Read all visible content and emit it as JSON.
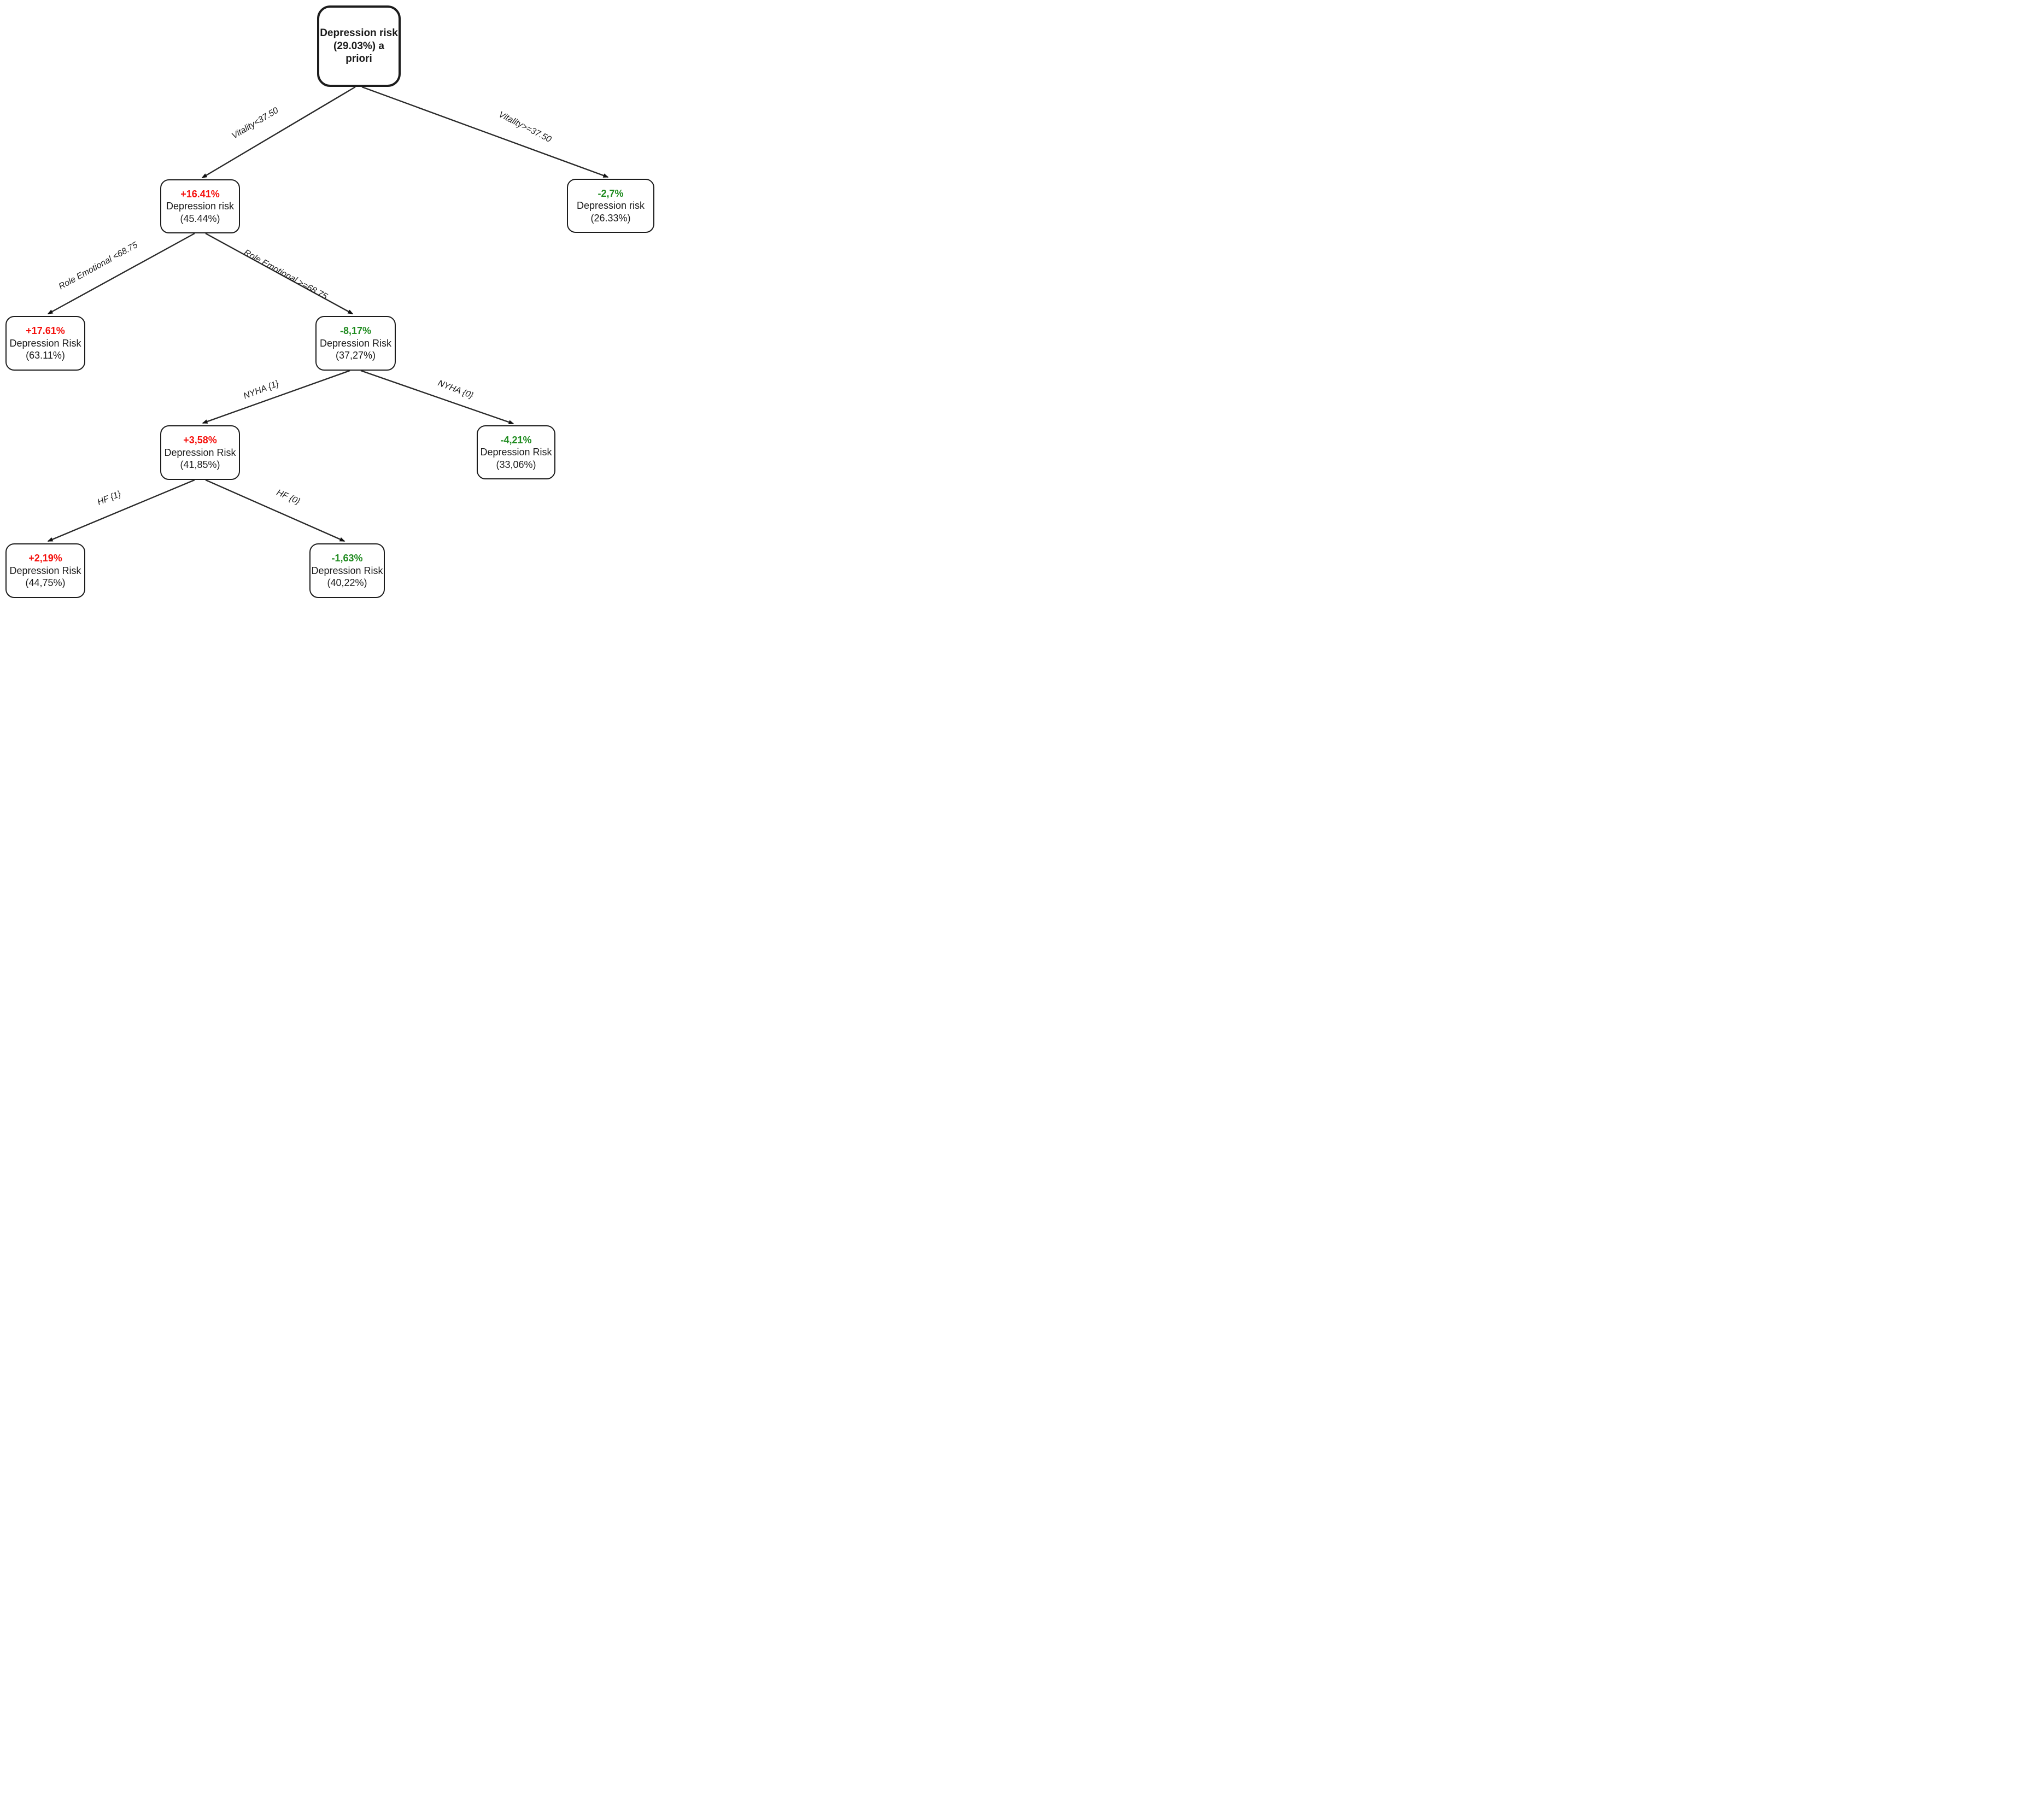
{
  "diagram": {
    "type": "decision-tree",
    "topic": "Depression risk decision tree",
    "colors": {
      "risk_increase": "#f5100c",
      "risk_decrease": "#1f8b1f",
      "node_border": "#1c1c1c",
      "connector": "#2a2a2a",
      "background": "#ffffff"
    },
    "nodes": {
      "root": {
        "title": "Depression risk",
        "subtitle": "(29.03%) a priori"
      },
      "vit_low": {
        "delta": "+16.41%",
        "trend": "increase",
        "label": "Depression risk",
        "value": "(45.44%)"
      },
      "vit_high": {
        "delta": "-2,7%",
        "trend": "decrease",
        "label": "Depression risk",
        "value": "(26.33%)"
      },
      "re_low": {
        "delta": "+17.61%",
        "trend": "increase",
        "label": "Depression Risk",
        "value": "(63.11%)"
      },
      "re_high": {
        "delta": "-8,17%",
        "trend": "decrease",
        "label": "Depression Risk",
        "value": "(37,27%)"
      },
      "nyha1": {
        "delta": "+3,58%",
        "trend": "increase",
        "label": "Depression Risk",
        "value": "(41,85%)"
      },
      "nyha0": {
        "delta": "-4,21%",
        "trend": "decrease",
        "label": "Depression Risk",
        "value": "(33,06%)"
      },
      "hf1": {
        "delta": "+2,19%",
        "trend": "increase",
        "label": "Depression Risk",
        "value": "(44,75%)"
      },
      "hf0": {
        "delta": "-1,63%",
        "trend": "decrease",
        "label": "Depression Risk",
        "value": "(40,22%)"
      }
    },
    "edges": {
      "vitality_low": "Vitality<37.50",
      "vitality_high": "Vitality>=37.50",
      "role_emotional_low": "Role Emotional <68.75",
      "role_emotional_high": "Role Emotional >=68.75",
      "nyha_1": "NYHA {1}",
      "nyha_0": "NYHA {0}",
      "hf_1": "HF {1}",
      "hf_0": "HF {0}"
    },
    "structure": [
      {
        "from": "root",
        "to": "vit_low",
        "condition": "Vitality<37.50"
      },
      {
        "from": "root",
        "to": "vit_high",
        "condition": "Vitality>=37.50"
      },
      {
        "from": "vit_low",
        "to": "re_low",
        "condition": "Role Emotional <68.75"
      },
      {
        "from": "vit_low",
        "to": "re_high",
        "condition": "Role Emotional >=68.75"
      },
      {
        "from": "re_high",
        "to": "nyha1",
        "condition": "NYHA {1}"
      },
      {
        "from": "re_high",
        "to": "nyha0",
        "condition": "NYHA {0}"
      },
      {
        "from": "nyha1",
        "to": "hf1",
        "condition": "HF {1}"
      },
      {
        "from": "nyha1",
        "to": "hf0",
        "condition": "HF {0}"
      }
    ]
  }
}
